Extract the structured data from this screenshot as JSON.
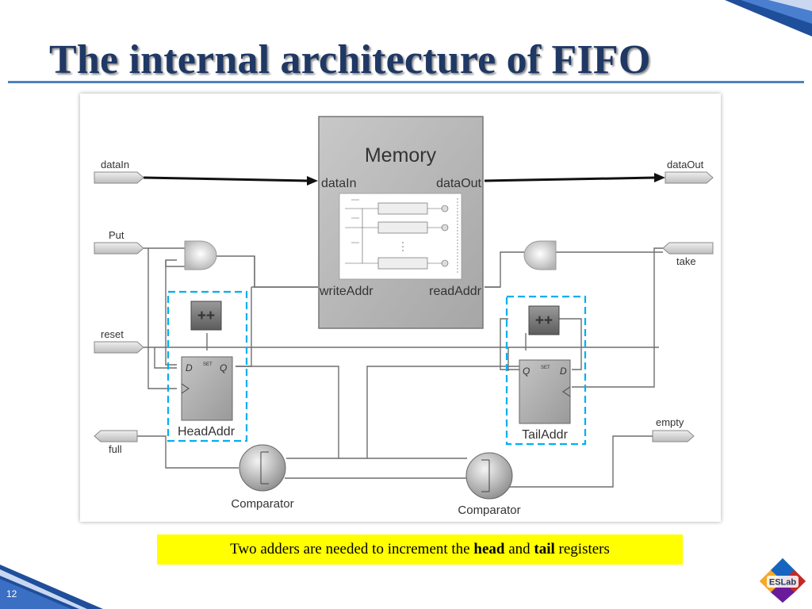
{
  "slide": {
    "title": "The internal architecture of FIFO",
    "page_number": "12"
  },
  "diagram": {
    "memory": {
      "title": "Memory",
      "port_dataIn": "dataIn",
      "port_dataOut": "dataOut",
      "port_writeAddr": "writeAddr",
      "port_readAddr": "readAddr"
    },
    "inputs": {
      "dataIn": "dataIn",
      "put": "Put",
      "reset": "reset"
    },
    "outputs": {
      "dataOut": "dataOut",
      "take": "take",
      "empty": "empty",
      "full": "full"
    },
    "adder_label": "++",
    "head_register": {
      "d": "D",
      "q": "Q",
      "set": "SET",
      "name": "HeadAddr"
    },
    "tail_register": {
      "d": "D",
      "q": "Q",
      "set": "SET",
      "name": "TailAddr"
    },
    "comparator_left": "Comparator",
    "comparator_right": "Comparator"
  },
  "caption": {
    "prefix": "Two adders are needed to increment the ",
    "head": "head",
    "middle": " and ",
    "tail": "tail",
    "suffix": " registers"
  },
  "logo": {
    "text": "ESLab"
  },
  "colors": {
    "title": "#1f3864",
    "rule": "#4f81bd",
    "highlight_box": "#00b0f0",
    "caption_bg": "#ffff00"
  }
}
